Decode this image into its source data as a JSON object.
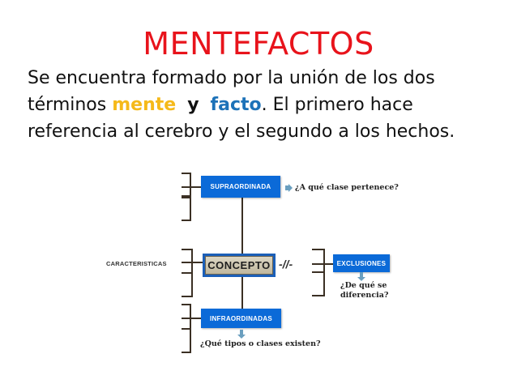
{
  "title": "MENTEFACTOS",
  "paragraph": {
    "line1": "Se encuentra formado por la unión de los dos",
    "line2_pre": "términos ",
    "mente": "mente",
    "y": "y",
    "facto": "facto",
    "line2_post": ". El primero hace",
    "line3": "referencia al cerebro y el segundo a los hechos."
  },
  "colors": {
    "title": "#e8131b",
    "mente": "#f5b91a",
    "facto": "#1d72b8",
    "box_blue": "#0b6ad8"
  },
  "diagram": {
    "supraordinada": {
      "label": "SUPRAORDINADA",
      "question": "¿A qué clase pertenece?"
    },
    "concepto": {
      "label": "CONCEPTO"
    },
    "caracteristicas": {
      "label": "CARACTERISTICAS"
    },
    "exclusiones": {
      "label": "EXCLUSIONES",
      "question_line1": "¿De qué se",
      "question_line2": "diferencia?"
    },
    "infraordinadas": {
      "label": "INFRAORDINADAS",
      "question": "¿Qué tipos o clases existen?"
    },
    "not_equal_symbol": "-//-"
  }
}
